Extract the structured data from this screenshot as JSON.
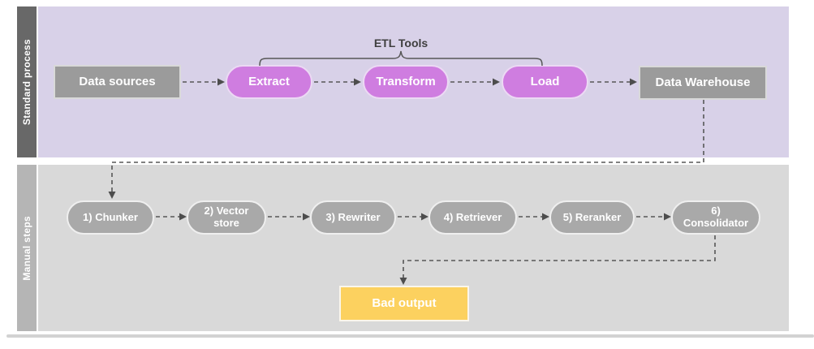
{
  "diagram": {
    "title_hint": "ETL standard process vs manual RAG steps flowchart",
    "lanes": {
      "standard": {
        "label": "Standard process"
      },
      "manual": {
        "label": "Manual steps"
      }
    },
    "annotations": {
      "etl_tools": "ETL Tools",
      "etl_tools_bracket_covers": [
        "Extract",
        "Transform",
        "Load"
      ]
    },
    "nodes": {
      "data_sources": "Data sources",
      "extract": "Extract",
      "transform": "Transform",
      "load": "Load",
      "data_warehouse": "Data Warehouse",
      "chunker": "1) Chunker",
      "vector_store": "2) Vector store",
      "rewriter": "3) Rewriter",
      "retriever": "4) Retriever",
      "reranker": "5) Reranker",
      "consolidator": "6) Consolidator",
      "bad_output": "Bad output"
    },
    "edges": [
      {
        "from": "Data sources",
        "to": "Extract",
        "style": "dashed-arrow"
      },
      {
        "from": "Extract",
        "to": "Transform",
        "style": "dashed-arrow"
      },
      {
        "from": "Transform",
        "to": "Load",
        "style": "dashed-arrow"
      },
      {
        "from": "Load",
        "to": "Data Warehouse",
        "style": "dashed-arrow"
      },
      {
        "from": "Data Warehouse",
        "to": "1) Chunker",
        "style": "dashed-arrow-elbow"
      },
      {
        "from": "1) Chunker",
        "to": "2) Vector store",
        "style": "dashed-arrow"
      },
      {
        "from": "2) Vector store",
        "to": "3) Rewriter",
        "style": "dashed-arrow"
      },
      {
        "from": "3) Rewriter",
        "to": "4) Retriever",
        "style": "dashed-arrow"
      },
      {
        "from": "4) Retriever",
        "to": "5) Reranker",
        "style": "dashed-arrow"
      },
      {
        "from": "5) Reranker",
        "to": "6) Consolidator",
        "style": "dashed-arrow"
      },
      {
        "from": "6) Consolidator",
        "to": "Bad output",
        "style": "dashed-arrow-elbow"
      }
    ],
    "colors": {
      "standard_lane_bg": "#d8d1e8",
      "standard_sidebar_bg": "#686868",
      "manual_lane_bg": "#d9d9d9",
      "manual_sidebar_bg": "#b5b5b5",
      "etl_pill_fill": "#cf7de0",
      "gray_box_fill": "#9b9b9b",
      "manual_pill_fill": "#a9a9a9",
      "bad_output_fill": "#fcd15f",
      "connector_stroke": "#575757",
      "node_text": "#ffffff",
      "annotation_text": "#3f3f3f"
    }
  }
}
